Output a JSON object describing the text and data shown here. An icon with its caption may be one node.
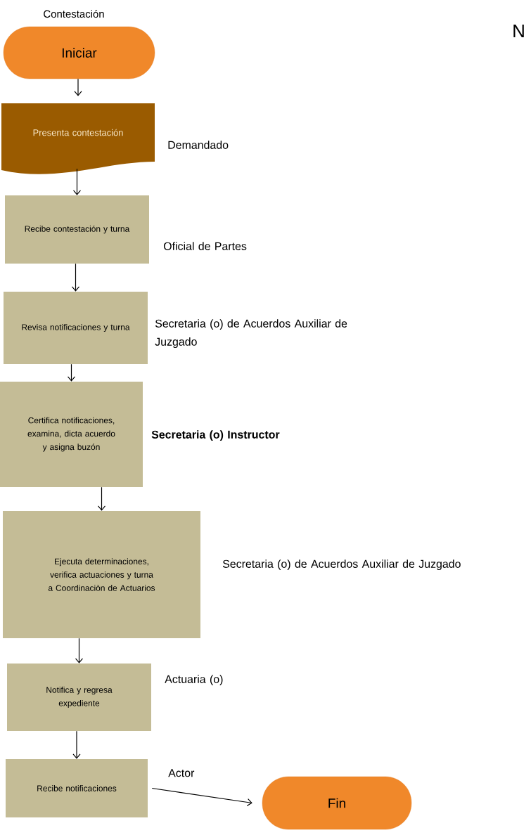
{
  "diagram": {
    "title": "Contestación",
    "nodes": [
      {
        "text": [
          "Iniciar"
        ]
      },
      {
        "text": [
          "Presenta contestación"
        ],
        "beside": [
          "Demandado"
        ]
      },
      {
        "text": [
          "Recibe contestación y turna"
        ],
        "beside": [
          "Oficial de Partes"
        ]
      },
      {
        "text": [
          "Revisa notificaciones y turna"
        ],
        "beside": [
          "Secretaria (o) de Acuerdos Auxiliar de Juzgado"
        ]
      },
      {
        "text": [
          "Certifica notificaciones, examina, dicta acuerdo y asigna buzón"
        ],
        "beside": [
          "Secretaria (o) Instructor"
        ]
      },
      {
        "text": [
          "Ejecuta determinaciones, verifica actuaciones y turna a Coordinaciòn de Actuarios"
        ],
        "beside": [
          "Secretaria (o) de Acuerdos Auxiliar de Juzgado"
        ]
      },
      {
        "text": [
          "Notifica y regresa expediente"
        ],
        "beside": [
          "Actuaria (o)"
        ]
      },
      {
        "text": [
          "Recibe notificaciones"
        ],
        "beside": [
          "Actor"
        ]
      },
      {
        "text": [
          "Fin"
        ]
      }
    ],
    "edges": [
      {
        "from": 0,
        "to": 1,
        "arrow": "to"
      },
      {
        "from": 1,
        "to": 2,
        "arrow": "to"
      },
      {
        "from": 2,
        "to": 3,
        "arrow": "to"
      },
      {
        "from": 3,
        "to": 4,
        "arrow": "to"
      },
      {
        "from": 4,
        "to": 5,
        "arrow": "to"
      },
      {
        "from": 5,
        "to": 6,
        "arrow": "to"
      },
      {
        "from": 6,
        "to": 7,
        "arrow": "to"
      },
      {
        "from": 7,
        "to": 8,
        "arrow": "to"
      }
    ],
    "labels": [
      "N"
    ]
  }
}
